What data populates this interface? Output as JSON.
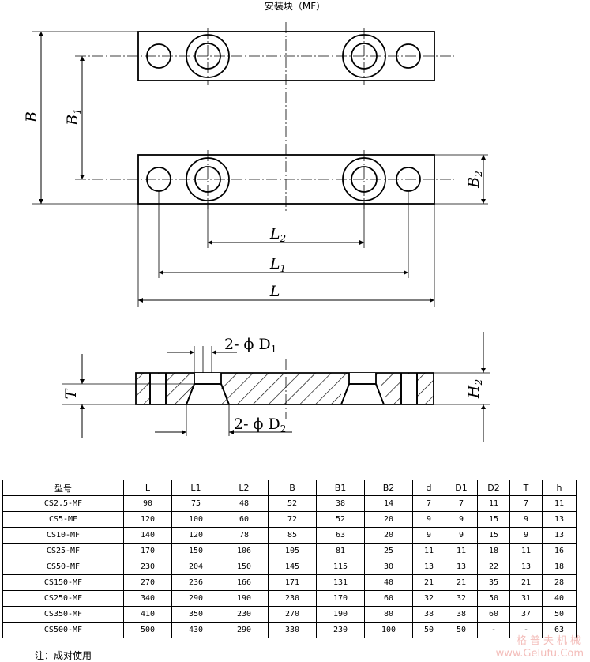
{
  "title": "安装块（MF）",
  "drawing": {
    "dim_labels": {
      "B": "B",
      "B1": "B",
      "B1_sub": "1",
      "B2": "B",
      "B2_sub": "2",
      "L2": "L",
      "L2_sub": "2",
      "L1": "L",
      "L1_sub": "1",
      "L": "L",
      "T": "T",
      "H2": "H",
      "H2_sub": "2",
      "D1_prefix": "2- ϕ D",
      "D1_sub": "1",
      "D2_prefix": "2- ϕ D",
      "D2_sub": "2"
    }
  },
  "table": {
    "headers": [
      "型号",
      "L",
      "L1",
      "L2",
      "B",
      "B1",
      "B2",
      "d",
      "D1",
      "D2",
      "T",
      "h"
    ],
    "rows": [
      [
        "CS2.5-MF",
        "90",
        "75",
        "48",
        "52",
        "38",
        "14",
        "7",
        "7",
        "11",
        "7",
        "11"
      ],
      [
        "CS5-MF",
        "120",
        "100",
        "60",
        "72",
        "52",
        "20",
        "9",
        "9",
        "15",
        "9",
        "13"
      ],
      [
        "CS10-MF",
        "140",
        "120",
        "78",
        "85",
        "63",
        "20",
        "9",
        "9",
        "15",
        "9",
        "13"
      ],
      [
        "CS25-MF",
        "170",
        "150",
        "106",
        "105",
        "81",
        "25",
        "11",
        "11",
        "18",
        "11",
        "16"
      ],
      [
        "CS50-MF",
        "230",
        "204",
        "150",
        "145",
        "115",
        "30",
        "13",
        "13",
        "22",
        "13",
        "18"
      ],
      [
        "CS150-MF",
        "270",
        "236",
        "166",
        "171",
        "131",
        "40",
        "21",
        "21",
        "35",
        "21",
        "28"
      ],
      [
        "CS250-MF",
        "340",
        "290",
        "190",
        "230",
        "170",
        "60",
        "32",
        "32",
        "50",
        "31",
        "40"
      ],
      [
        "CS350-MF",
        "410",
        "350",
        "230",
        "270",
        "190",
        "80",
        "38",
        "38",
        "60",
        "37",
        "50"
      ],
      [
        "CS500-MF",
        "500",
        "430",
        "290",
        "330",
        "230",
        "100",
        "50",
        "50",
        "-",
        "-",
        "63"
      ]
    ]
  },
  "note": "注：成对使用",
  "watermark": {
    "cn": "格普夫机械",
    "en": "www.Gelufu.Com"
  }
}
